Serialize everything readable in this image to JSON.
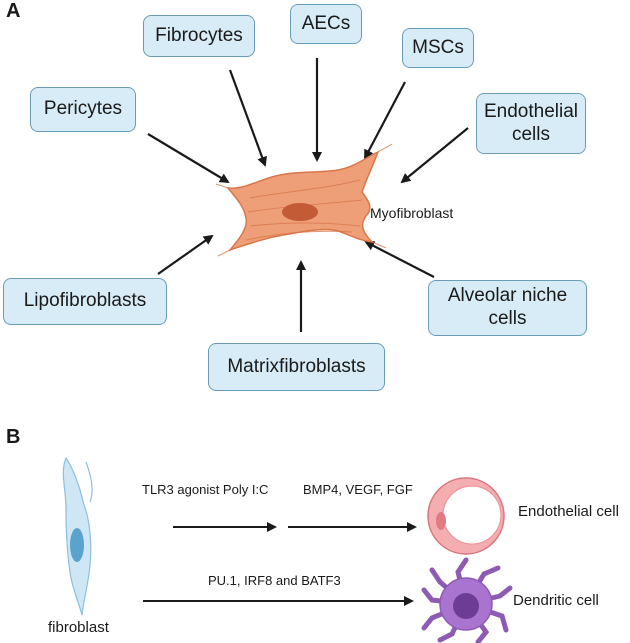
{
  "panel_a": {
    "label": "A",
    "center_label": "Myofibroblast",
    "sources": {
      "fibrocytes": "Fibrocytes",
      "aecs": "AECs",
      "mscs": "MSCs",
      "pericytes": "Pericytes",
      "endothelial": "Endothelial\ncells",
      "lipofibroblasts": "Lipofibroblasts",
      "alveolar": "Alveolar niche\ncells",
      "matrixfibroblasts": "Matrixfibroblasts"
    }
  },
  "panel_b": {
    "label": "B",
    "fibroblast_label": "fibroblast",
    "step1_label": "TLR3 agonist Poly I:C",
    "step2_label": "BMP4, VEGF, FGF",
    "endothelial_label": "Endothelial cell",
    "dendritic_path_label": "PU.1, IRF8 and BATF3",
    "dendritic_label": "Dendritic  cell"
  }
}
